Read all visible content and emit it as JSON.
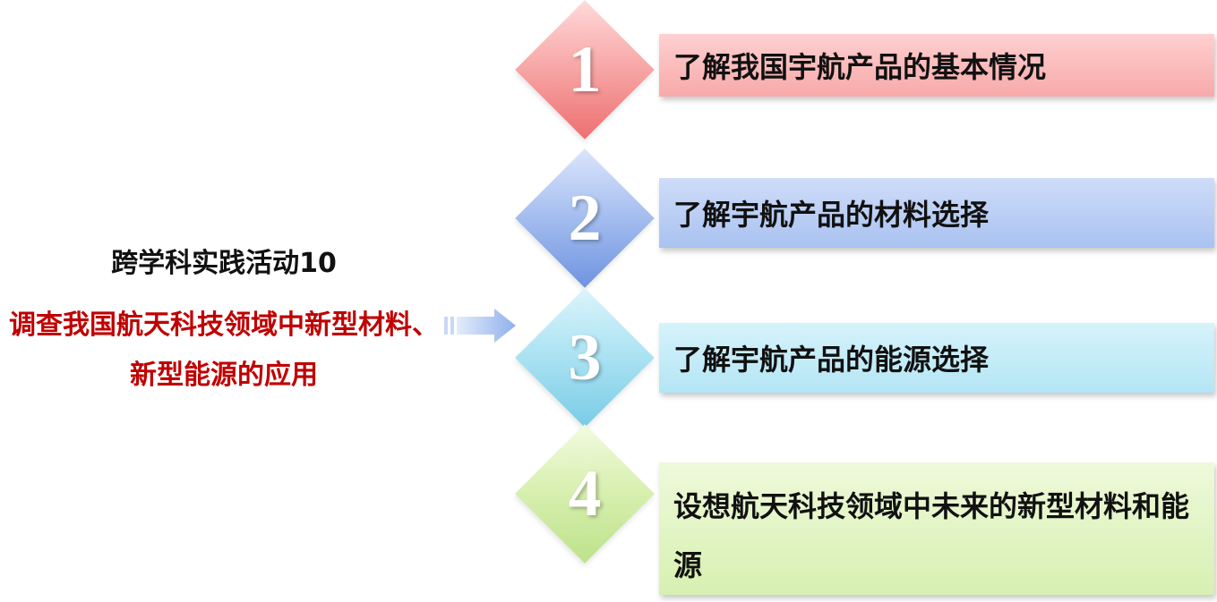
{
  "left": {
    "title": "跨学科实践活动10",
    "subtitle": "调查我国航天科技领域中新型材料、新型能源的应用"
  },
  "colors": {
    "subtitle_red": "#c00000",
    "step1": "#f7a9a9",
    "step2": "#a9c2f1",
    "step3": "#b4e5f5",
    "step4": "#d7f0b1"
  },
  "steps": [
    {
      "num": "1",
      "text": "了解我国宇航产品的基本情况"
    },
    {
      "num": "2",
      "text": "了解宇航产品的材料选择"
    },
    {
      "num": "3",
      "text": "了解宇航产品的能源选择"
    },
    {
      "num": "4",
      "text": "设想航天科技领域中未来的新型材料和能源"
    }
  ],
  "icons": {
    "arrow": "arrow-right-icon"
  }
}
